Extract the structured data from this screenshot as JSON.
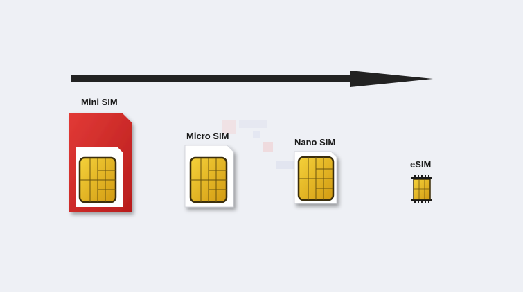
{
  "diagram": {
    "direction_arrow": "progression-arrow",
    "cards": [
      {
        "id": "mini",
        "label": "Mini SIM"
      },
      {
        "id": "micro",
        "label": "Micro SIM"
      },
      {
        "id": "nano",
        "label": "Nano SIM"
      },
      {
        "id": "esim",
        "label": "eSIM"
      }
    ]
  },
  "colors": {
    "background": "#eef0f5",
    "arrow": "#222222",
    "mini_card": "#d62828",
    "card_white": "#ffffff",
    "chip_gold": "#e6b820",
    "chip_outline": "#3a2e0a"
  }
}
